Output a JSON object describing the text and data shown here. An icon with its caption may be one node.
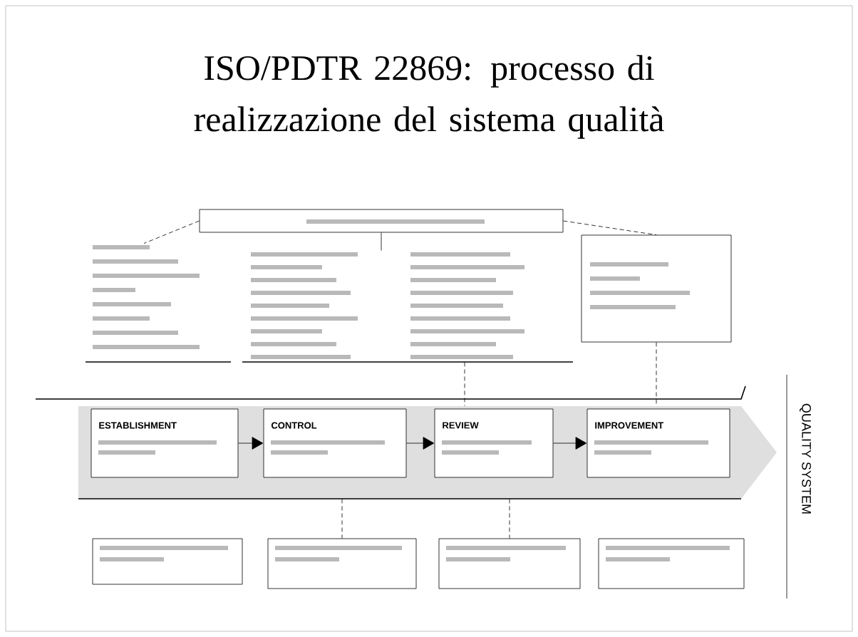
{
  "diagram": {
    "title": "ISO/PDTR 22869: processo di realizzazione del sistema qualità",
    "nodes": [
      {
        "text": [],
        "shape": "box"
      },
      {
        "text": [],
        "shape": "box"
      },
      {
        "text": [],
        "shape": "box"
      },
      {
        "text": [],
        "shape": "box"
      },
      {
        "text": [],
        "shape": "arrow"
      },
      {
        "text": [
          "ESTABLISHMENT"
        ],
        "in": 4
      },
      {
        "text": [
          "CONTROL"
        ],
        "in": 4
      },
      {
        "text": [
          "REVIEW"
        ],
        "in": 4
      },
      {
        "text": [
          "IMPROVEMENT"
        ],
        "in": 4
      },
      {
        "text": [
          "QUALITY SYSTEM"
        ]
      },
      {
        "text": [],
        "shape": "box"
      },
      {
        "text": [],
        "shape": "box"
      },
      {
        "text": [],
        "shape": "box"
      },
      {
        "text": [],
        "shape": "box"
      }
    ],
    "edges": [
      {
        "from": 0,
        "to": 1,
        "arrow": "none",
        "style": "dashed"
      },
      {
        "from": 0,
        "to": 2,
        "arrow": "none"
      },
      {
        "from": 0,
        "to": 3,
        "arrow": "none",
        "style": "dashed"
      },
      {
        "from": 2,
        "to": 4,
        "arrow": "none",
        "style": "dashed"
      },
      {
        "from": 3,
        "to": 4,
        "arrow": "none",
        "style": "dashed"
      },
      {
        "from": 5,
        "to": 6,
        "arrow": "to"
      },
      {
        "from": 6,
        "to": 7,
        "arrow": "to"
      },
      {
        "from": 7,
        "to": 8,
        "arrow": "to"
      },
      {
        "from": 4,
        "to": 11,
        "arrow": "none",
        "style": "dashed"
      },
      {
        "from": 4,
        "to": 12,
        "arrow": "none",
        "style": "dashed"
      }
    ]
  }
}
